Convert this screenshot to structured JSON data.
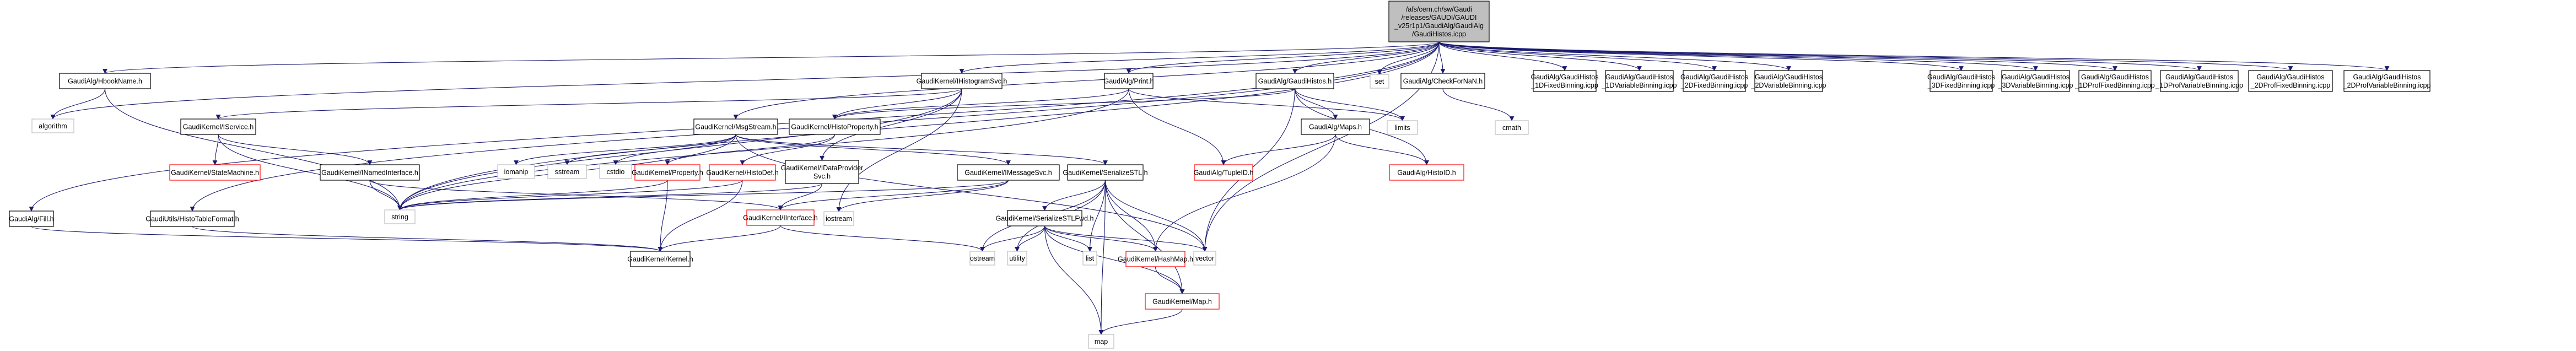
{
  "title": "Include dependency graph for GaudiHistos.icpp",
  "colors": {
    "edge": "#191970",
    "root_fill": "#bfbfbf",
    "red_border": "#ff0000",
    "sys_border": "#bfbfbf"
  },
  "nodes": [
    {
      "id": "root",
      "kind": "root",
      "lines": [
        "/afs/cern.ch/sw/Gaudi",
        "/releases/GAUDI/GAUDI",
        "_v25r1p1/GaudiAlg/GaudiAlg",
        "/GaudiHistos.icpp"
      ]
    },
    {
      "id": "hbookname",
      "kind": "normal",
      "lines": [
        "GaudiAlg/HbookName.h"
      ]
    },
    {
      "id": "algorithm",
      "kind": "sys",
      "lines": [
        "algorithm"
      ]
    },
    {
      "id": "fill",
      "kind": "normal",
      "lines": [
        "GaudiAlg/Fill.h"
      ]
    },
    {
      "id": "histotableformat",
      "kind": "normal",
      "lines": [
        "GaudiUtils/HistoTableFormat.h"
      ]
    },
    {
      "id": "ihistogramsvc",
      "kind": "normal",
      "lines": [
        "GaudiKernel/IHistogramSvc.h"
      ]
    },
    {
      "id": "iservice",
      "kind": "normal",
      "lines": [
        "GaudiKernel/IService.h"
      ]
    },
    {
      "id": "statemachine",
      "kind": "red",
      "lines": [
        "GaudiKernel/StateMachine.h"
      ]
    },
    {
      "id": "inamedinterface",
      "kind": "normal",
      "lines": [
        "GaudiKernel/INamedInterface.h"
      ]
    },
    {
      "id": "string",
      "kind": "sys",
      "lines": [
        "string"
      ]
    },
    {
      "id": "msgstream",
      "kind": "normal",
      "lines": [
        "GaudiKernel/MsgStream.h"
      ]
    },
    {
      "id": "histoproperty",
      "kind": "normal",
      "lines": [
        "GaudiKernel/HistoProperty.h"
      ]
    },
    {
      "id": "iomanip",
      "kind": "sys",
      "lines": [
        "iomanip"
      ]
    },
    {
      "id": "sstream",
      "kind": "sys",
      "lines": [
        "sstream"
      ]
    },
    {
      "id": "cstdio",
      "kind": "sys",
      "lines": [
        "cstdio"
      ]
    },
    {
      "id": "property",
      "kind": "red",
      "lines": [
        "GaudiKernel/Property.h"
      ]
    },
    {
      "id": "histodef",
      "kind": "red",
      "lines": [
        "GaudiKernel/HistoDef.h"
      ]
    },
    {
      "id": "idataprovidersvc",
      "kind": "normal",
      "lines": [
        "GaudiKernel/IDataProvider",
        "Svc.h"
      ]
    },
    {
      "id": "imessagesvc",
      "kind": "normal",
      "lines": [
        "GaudiKernel/IMessageSvc.h"
      ]
    },
    {
      "id": "iinterface",
      "kind": "red",
      "lines": [
        "GaudiKernel/IInterface.h"
      ]
    },
    {
      "id": "iostream",
      "kind": "sys",
      "lines": [
        "iostream"
      ]
    },
    {
      "id": "kernel",
      "kind": "normal",
      "lines": [
        "GaudiKernel/Kernel.h"
      ]
    },
    {
      "id": "print",
      "kind": "normal",
      "lines": [
        "GaudiAlg/Print.h"
      ]
    },
    {
      "id": "gaudihistos",
      "kind": "normal",
      "lines": [
        "GaudiAlg/GaudiHistos.h"
      ]
    },
    {
      "id": "maps",
      "kind": "normal",
      "lines": [
        "GaudiAlg/Maps.h"
      ]
    },
    {
      "id": "limits",
      "kind": "sys",
      "lines": [
        "limits"
      ]
    },
    {
      "id": "tupleid",
      "kind": "red",
      "lines": [
        "GaudiAlg/TupleID.h"
      ]
    },
    {
      "id": "histoid",
      "kind": "red",
      "lines": [
        "GaudiAlg/HistoID.h"
      ]
    },
    {
      "id": "serializestl",
      "kind": "normal",
      "lines": [
        "GaudiKernel/SerializeSTL.h"
      ]
    },
    {
      "id": "serializestlfwd",
      "kind": "normal",
      "lines": [
        "GaudiKernel/SerializeSTLFwd.h"
      ]
    },
    {
      "id": "ostream",
      "kind": "sys",
      "lines": [
        "ostream"
      ]
    },
    {
      "id": "utility",
      "kind": "sys",
      "lines": [
        "utility"
      ]
    },
    {
      "id": "list",
      "kind": "sys",
      "lines": [
        "list"
      ]
    },
    {
      "id": "hashmap",
      "kind": "red",
      "lines": [
        "GaudiKernel/HashMap.h"
      ]
    },
    {
      "id": "vector",
      "kind": "sys",
      "lines": [
        "vector"
      ]
    },
    {
      "id": "map_h",
      "kind": "red",
      "lines": [
        "GaudiKernel/Map.h"
      ]
    },
    {
      "id": "map",
      "kind": "sys",
      "lines": [
        "map"
      ]
    },
    {
      "id": "set",
      "kind": "sys",
      "lines": [
        "set"
      ]
    },
    {
      "id": "checkfornan",
      "kind": "normal",
      "lines": [
        "GaudiAlg/CheckForNaN.h"
      ]
    },
    {
      "id": "cmath",
      "kind": "sys",
      "lines": [
        "cmath"
      ]
    },
    {
      "id": "h1dfixed",
      "kind": "normal",
      "lines": [
        "GaudiAlg/GaudiHistos",
        "_1DFixedBinning.icpp"
      ]
    },
    {
      "id": "h1dvar",
      "kind": "normal",
      "lines": [
        "GaudiAlg/GaudiHistos",
        "_1DVariableBinning.icpp"
      ]
    },
    {
      "id": "h2dfixed",
      "kind": "normal",
      "lines": [
        "GaudiAlg/GaudiHistos",
        "_2DFixedBinning.icpp"
      ]
    },
    {
      "id": "h2dvar",
      "kind": "normal",
      "lines": [
        "GaudiAlg/GaudiHistos",
        "_2DVariableBinning.icpp"
      ]
    },
    {
      "id": "h3dfixed",
      "kind": "normal",
      "lines": [
        "GaudiAlg/GaudiHistos",
        "_3DFixedBinning.icpp"
      ]
    },
    {
      "id": "h3dvar",
      "kind": "normal",
      "lines": [
        "GaudiAlg/GaudiHistos",
        "_3DVariableBinning.icpp"
      ]
    },
    {
      "id": "h1dproffixed",
      "kind": "normal",
      "lines": [
        "GaudiAlg/GaudiHistos",
        "_1DProfFixedBinning.icpp"
      ]
    },
    {
      "id": "h1dprofvar",
      "kind": "normal",
      "lines": [
        "GaudiAlg/GaudiHistos",
        "_1DProfVariableBinning.icpp"
      ]
    },
    {
      "id": "h2dproffixed",
      "kind": "normal",
      "lines": [
        "GaudiAlg/GaudiHistos",
        "_2DProfFixedBinning.icpp"
      ]
    },
    {
      "id": "h2dprofvar",
      "kind": "normal",
      "lines": [
        "GaudiAlg/GaudiHistos",
        "_2DProfVariableBinning.icpp"
      ]
    }
  ],
  "edges": [
    [
      "root",
      "hbookname"
    ],
    [
      "root",
      "algorithm"
    ],
    [
      "root",
      "fill"
    ],
    [
      "root",
      "histotableformat"
    ],
    [
      "root",
      "string"
    ],
    [
      "root",
      "ihistogramsvc"
    ],
    [
      "root",
      "msgstream"
    ],
    [
      "root",
      "print"
    ],
    [
      "root",
      "gaudihistos"
    ],
    [
      "root",
      "vector"
    ],
    [
      "root",
      "set"
    ],
    [
      "root",
      "checkfornan"
    ],
    [
      "root",
      "h1dfixed"
    ],
    [
      "root",
      "h1dvar"
    ],
    [
      "root",
      "h2dfixed"
    ],
    [
      "root",
      "h2dvar"
    ],
    [
      "root",
      "h3dfixed"
    ],
    [
      "root",
      "h3dvar"
    ],
    [
      "root",
      "h1dproffixed"
    ],
    [
      "root",
      "h1dprofvar"
    ],
    [
      "root",
      "h2dproffixed"
    ],
    [
      "root",
      "h2dprofvar"
    ],
    [
      "hbookname",
      "algorithm"
    ],
    [
      "hbookname",
      "string"
    ],
    [
      "fill",
      "kernel"
    ],
    [
      "histotableformat",
      "kernel"
    ],
    [
      "ihistogramsvc",
      "iservice"
    ],
    [
      "ihistogramsvc",
      "string"
    ],
    [
      "ihistogramsvc",
      "idataprovidersvc"
    ],
    [
      "ihistogramsvc",
      "iostream"
    ],
    [
      "ihistogramsvc",
      "histoproperty"
    ],
    [
      "iservice",
      "statemachine"
    ],
    [
      "iservice",
      "inamedinterface"
    ],
    [
      "iservice",
      "string"
    ],
    [
      "inamedinterface",
      "iinterface"
    ],
    [
      "inamedinterface",
      "string"
    ],
    [
      "msgstream",
      "iomanip"
    ],
    [
      "msgstream",
      "sstream"
    ],
    [
      "msgstream",
      "cstdio"
    ],
    [
      "msgstream",
      "string"
    ],
    [
      "msgstream",
      "imessagesvc"
    ],
    [
      "msgstream",
      "serializestl"
    ],
    [
      "msgstream",
      "vector"
    ],
    [
      "histoproperty",
      "property"
    ],
    [
      "histoproperty",
      "histodef"
    ],
    [
      "property",
      "kernel"
    ],
    [
      "property",
      "string"
    ],
    [
      "histodef",
      "kernel"
    ],
    [
      "histodef",
      "string"
    ],
    [
      "idataprovidersvc",
      "iinterface"
    ],
    [
      "idataprovidersvc",
      "string"
    ],
    [
      "imessagesvc",
      "iinterface"
    ],
    [
      "imessagesvc",
      "string"
    ],
    [
      "imessagesvc",
      "iostream"
    ],
    [
      "iinterface",
      "kernel"
    ],
    [
      "iinterface",
      "ostream"
    ],
    [
      "print",
      "string"
    ],
    [
      "print",
      "histoproperty"
    ],
    [
      "print",
      "tupleid"
    ],
    [
      "print",
      "limits"
    ],
    [
      "gaudihistos",
      "maps"
    ],
    [
      "gaudihistos",
      "limits"
    ],
    [
      "gaudihistos",
      "histoid"
    ],
    [
      "gaudihistos",
      "vector"
    ],
    [
      "gaudihistos",
      "histoproperty"
    ],
    [
      "maps",
      "tupleid"
    ],
    [
      "maps",
      "histoid"
    ],
    [
      "maps",
      "hashmap"
    ],
    [
      "serializestl",
      "serializestlfwd"
    ],
    [
      "serializestl",
      "ostream"
    ],
    [
      "serializestl",
      "utility"
    ],
    [
      "serializestl",
      "list"
    ],
    [
      "serializestl",
      "hashmap"
    ],
    [
      "serializestl",
      "vector"
    ],
    [
      "serializestl",
      "map_h"
    ],
    [
      "serializestl",
      "map"
    ],
    [
      "serializestlfwd",
      "ostream"
    ],
    [
      "serializestlfwd",
      "utility"
    ],
    [
      "serializestlfwd",
      "list"
    ],
    [
      "serializestlfwd",
      "hashmap"
    ],
    [
      "serializestlfwd",
      "vector"
    ],
    [
      "serializestlfwd",
      "map"
    ],
    [
      "serializestlfwd",
      "map_h"
    ],
    [
      "hashmap",
      "map_h"
    ],
    [
      "map_h",
      "map"
    ],
    [
      "checkfornan",
      "cmath"
    ]
  ]
}
